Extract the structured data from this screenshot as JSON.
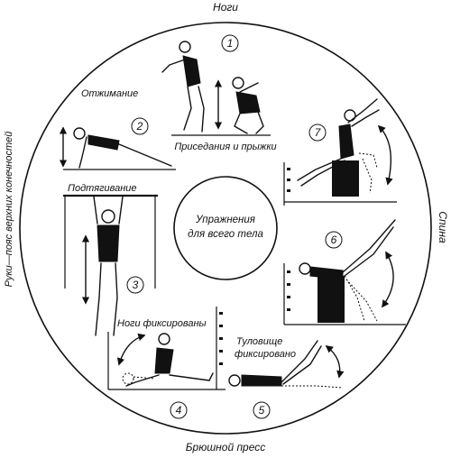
{
  "outer_labels": {
    "top": "Ноги",
    "bottom": "Брюшной пресс",
    "left": "Руки—пояс верхних конечностей",
    "right": "Спина"
  },
  "center_label": [
    "Упражнения",
    "для всего тела"
  ],
  "exercises": [
    {
      "number": "1",
      "label": "Приседания и прыжки"
    },
    {
      "number": "2",
      "label": "Отжимание"
    },
    {
      "number": "3",
      "label": "Подтягивание"
    },
    {
      "number": "4",
      "label": "Ноги фиксированы"
    },
    {
      "number": "5",
      "label": [
        "Туловище",
        "фиксировано"
      ]
    },
    {
      "number": "6",
      "label": ""
    },
    {
      "number": "7",
      "label": ""
    }
  ]
}
